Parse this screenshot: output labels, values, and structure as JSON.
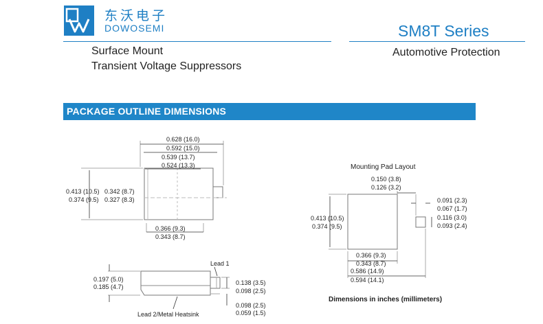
{
  "header": {
    "logo_letter": "W",
    "brand_cn": "东沃电子",
    "brand_en": "DOWOSEMI",
    "series_title": "SM8T Series",
    "subtitle_line1": "Surface Mount",
    "subtitle_line2": "Transient Voltage Suppressors",
    "application": "Automotive Protection",
    "accent_color": "#1e7fc4"
  },
  "section": {
    "title": "PACKAGE OUTLINE DIMENSIONS",
    "banner_color": "#1f86c8"
  },
  "top_view": {
    "overall_width_max": "0.628 (16.0)",
    "overall_width_min": "0.592 (15.0)",
    "body_width_max": "0.539 (13.7)",
    "body_width_min": "0.524 (13.3)",
    "overall_height_max": "0.413 (10.5)",
    "overall_height_min": "0.374 (9.5)",
    "body_height_max": "0.342 (8.7)",
    "body_height_min": "0.327 (8.3)",
    "pad_width_max": "0.366 (9.3)",
    "pad_width_min": "0.343 (8.7)"
  },
  "side_view": {
    "lead1_label": "Lead 1",
    "lead2_label": "Lead 2/Metal Heatsink",
    "height_max": "0.197 (5.0)",
    "height_min": "0.185 (4.7)",
    "lead_height_max": "0.138 (3.5)",
    "lead_height_min": "0.098 (2.5)",
    "lead_thick_max": "0.098 (2.5)",
    "lead_thick_min": "0.059 (1.5)"
  },
  "mounting_pad": {
    "title": "Mounting Pad Layout",
    "gap_max": "0.150 (3.8)",
    "gap_min": "0.126 (3.2)",
    "small_pad_w_max": "0.091 (2.3)",
    "small_pad_w_min": "0.067 (1.7)",
    "height_max": "0.413 (10.5)",
    "height_min": "0.374 (9.5)",
    "small_pad_h_max": "0.116 (3.0)",
    "small_pad_h_min": "0.093 (2.4)",
    "pad_width_max": "0.366 (9.3)",
    "pad_width_min": "0.343 (8.7)",
    "overall_max": "0.586 (14.9)",
    "overall_min": "0.594 (14.1)"
  },
  "footnote": "Dimensions in inches (millimeters)"
}
